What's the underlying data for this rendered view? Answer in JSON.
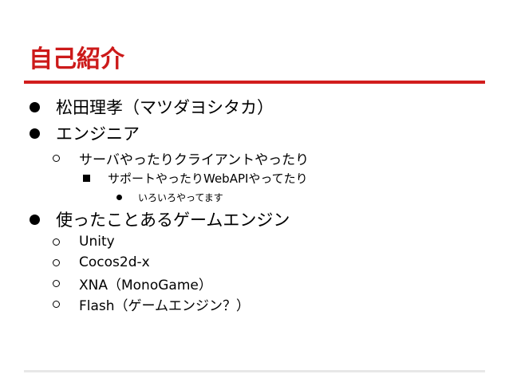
{
  "slide": {
    "title": "自己紹介",
    "accent_color": "#d21d1d",
    "items": [
      {
        "level": 1,
        "bullet": "filled-circle",
        "text": "松田理孝（マツダヨシタカ）"
      },
      {
        "level": 1,
        "bullet": "filled-circle",
        "text": "エンジニア"
      },
      {
        "level": 2,
        "bullet": "hollow-circle",
        "text": "サーバやったりクライアントやったり"
      },
      {
        "level": 3,
        "bullet": "filled-square",
        "text": "サポートやったりWebAPIやってたり"
      },
      {
        "level": 4,
        "bullet": "filled-circle",
        "text": "いろいろやってます"
      },
      {
        "level": 1,
        "bullet": "filled-circle",
        "text": "使ったことあるゲームエンジン"
      },
      {
        "level": 2,
        "bullet": "hollow-circle",
        "text": "Unity"
      },
      {
        "level": 2,
        "bullet": "hollow-circle",
        "text": "Cocos2d-x"
      },
      {
        "level": 2,
        "bullet": "hollow-circle",
        "text": "XNA（MonoGame）"
      },
      {
        "level": 2,
        "bullet": "hollow-circle",
        "text": "Flash（ゲームエンジン？）"
      }
    ]
  }
}
